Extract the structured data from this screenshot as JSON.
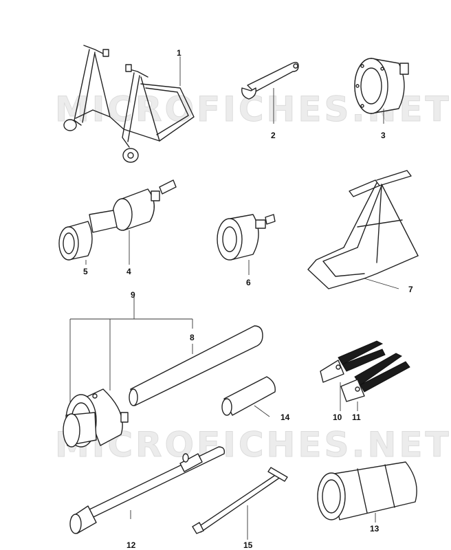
{
  "watermark": "MICROFICHES.NET",
  "callouts": [
    {
      "id": "1",
      "label": "1"
    },
    {
      "id": "2",
      "label": "2"
    },
    {
      "id": "3",
      "label": "3"
    },
    {
      "id": "4",
      "label": "4"
    },
    {
      "id": "5",
      "label": "5"
    },
    {
      "id": "6",
      "label": "6"
    },
    {
      "id": "7",
      "label": "7"
    },
    {
      "id": "8",
      "label": "8"
    },
    {
      "id": "9",
      "label": "9"
    },
    {
      "id": "10",
      "label": "10"
    },
    {
      "id": "11",
      "label": "11"
    },
    {
      "id": "12",
      "label": "12"
    },
    {
      "id": "13",
      "label": "13"
    },
    {
      "id": "14",
      "label": "14"
    },
    {
      "id": "15",
      "label": "15"
    }
  ],
  "colors": {
    "line": "#222222",
    "watermark": "#e6e6e6",
    "grip": "#1b1b1b"
  }
}
